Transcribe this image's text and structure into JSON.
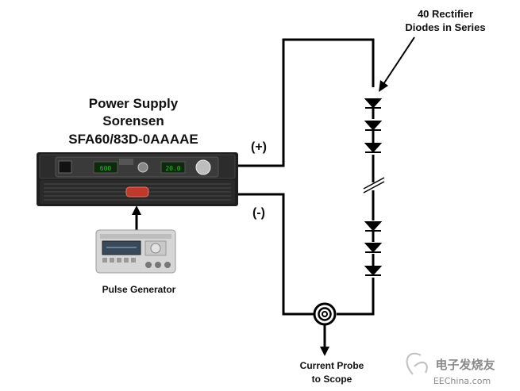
{
  "power_supply": {
    "title": "Power Supply",
    "maker": "Sorensen",
    "model": "SFA60/83D-0AAAAE",
    "display_left": "600",
    "display_right": "20.0"
  },
  "terminals": {
    "positive": "(+)",
    "negative": "(-)"
  },
  "diodes": {
    "label_line1": "40 Rectifier",
    "label_line2": "Diodes in Series"
  },
  "pulse_generator": {
    "label": "Pulse Generator"
  },
  "current_probe": {
    "label_line1": "Current Probe",
    "label_line2": "to Scope"
  },
  "watermark": {
    "brand_cn": "电子发烧友",
    "site": "EEChina.com"
  },
  "colors": {
    "wire": "#000000",
    "chassis": "#1e1e1e",
    "display": "#2fbf2f",
    "knob": "#c0392b"
  }
}
